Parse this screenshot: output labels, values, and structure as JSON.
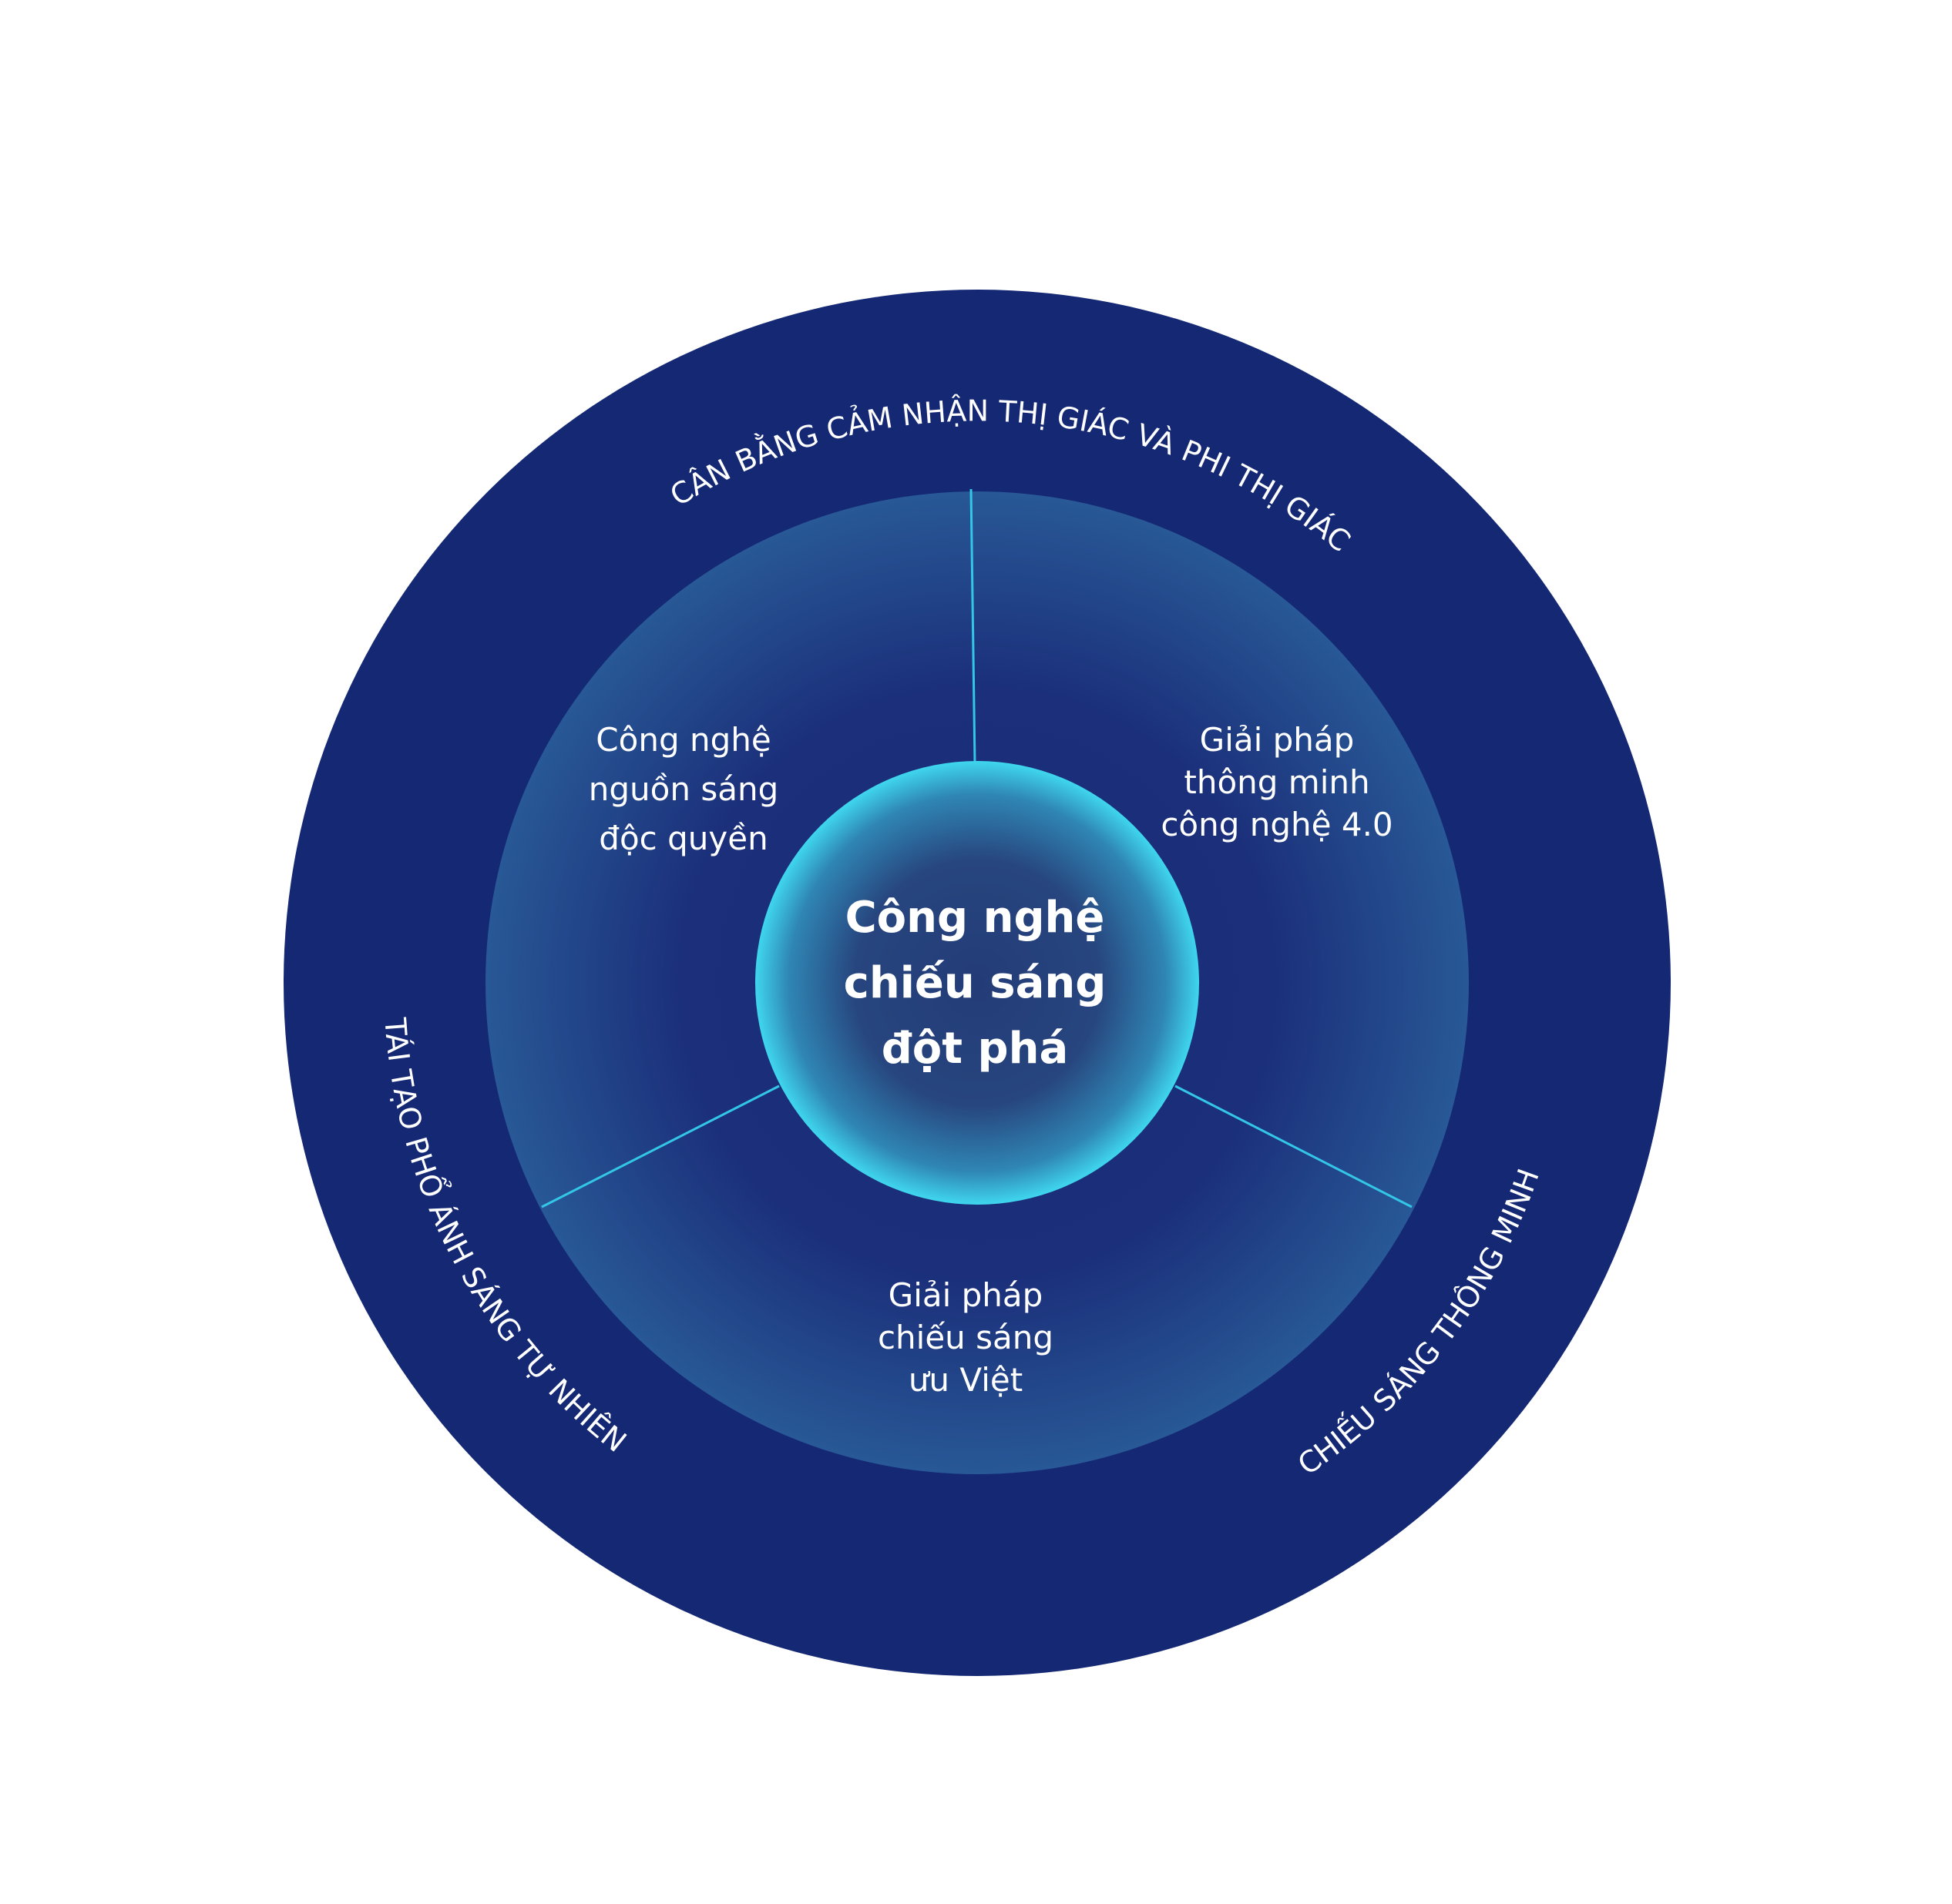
{
  "colors": {
    "outer_ring": "#142874",
    "spoke": "#33c6e6",
    "core_edge": "#3ed4ec"
  },
  "center": {
    "lines": [
      "Công nghệ",
      "chiếu sáng",
      "đột phá"
    ]
  },
  "segments": [
    {
      "name": "left",
      "lines": [
        "Công nghệ",
        "nguồn sáng",
        "độc quyền"
      ]
    },
    {
      "name": "right",
      "lines": [
        "Giải pháp",
        "thông minh",
        "công nghệ 4.0"
      ]
    },
    {
      "name": "bottom",
      "lines": [
        "Giải pháp",
        "chiếu sáng",
        "ưu Việt"
      ]
    }
  ],
  "outer_labels": {
    "top": "CÂN BẰNG CẢM NHẬN THỊ GIÁC VÀ PHI THỊ GIÁC",
    "left": "TÁI TẠO PHỔ ÁNH SÁNG TỰ NHIÊN",
    "right": "CHIẾU SÁNG THÔNG MINH"
  }
}
